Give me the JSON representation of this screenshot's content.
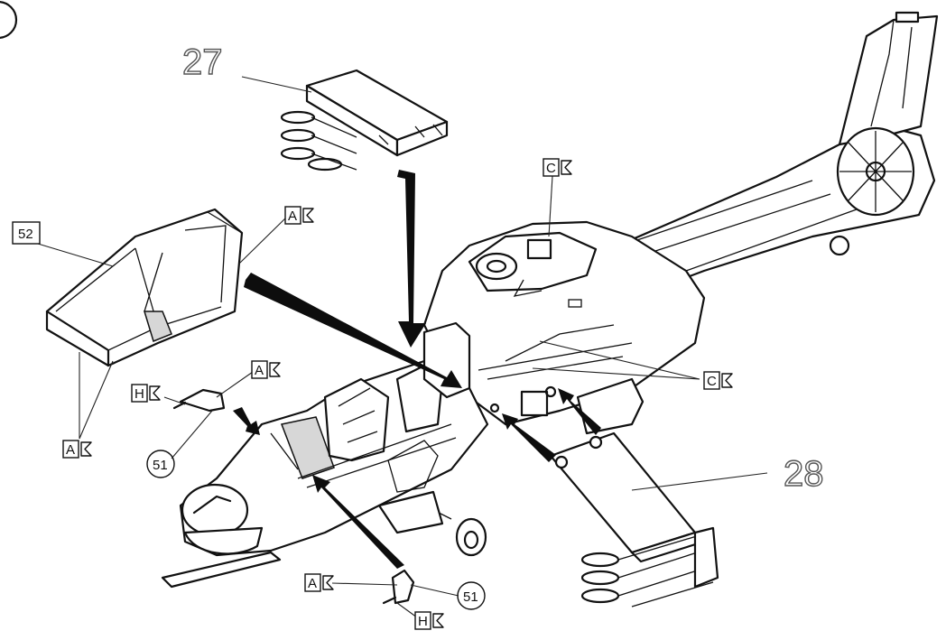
{
  "diagram": {
    "part_numbers": {
      "stub_wing_right": "27",
      "stub_wing_left": "28",
      "canopy": "52",
      "sight_upper": "51",
      "sight_lower": "51"
    },
    "letter_labels": {
      "a_canopy_top": "A",
      "a_canopy_bottom": "A",
      "a_sight_upper": "A",
      "a_sight_lower": "A",
      "c_top": "C",
      "c_side": "C",
      "h_upper": "H",
      "h_lower": "H"
    }
  }
}
